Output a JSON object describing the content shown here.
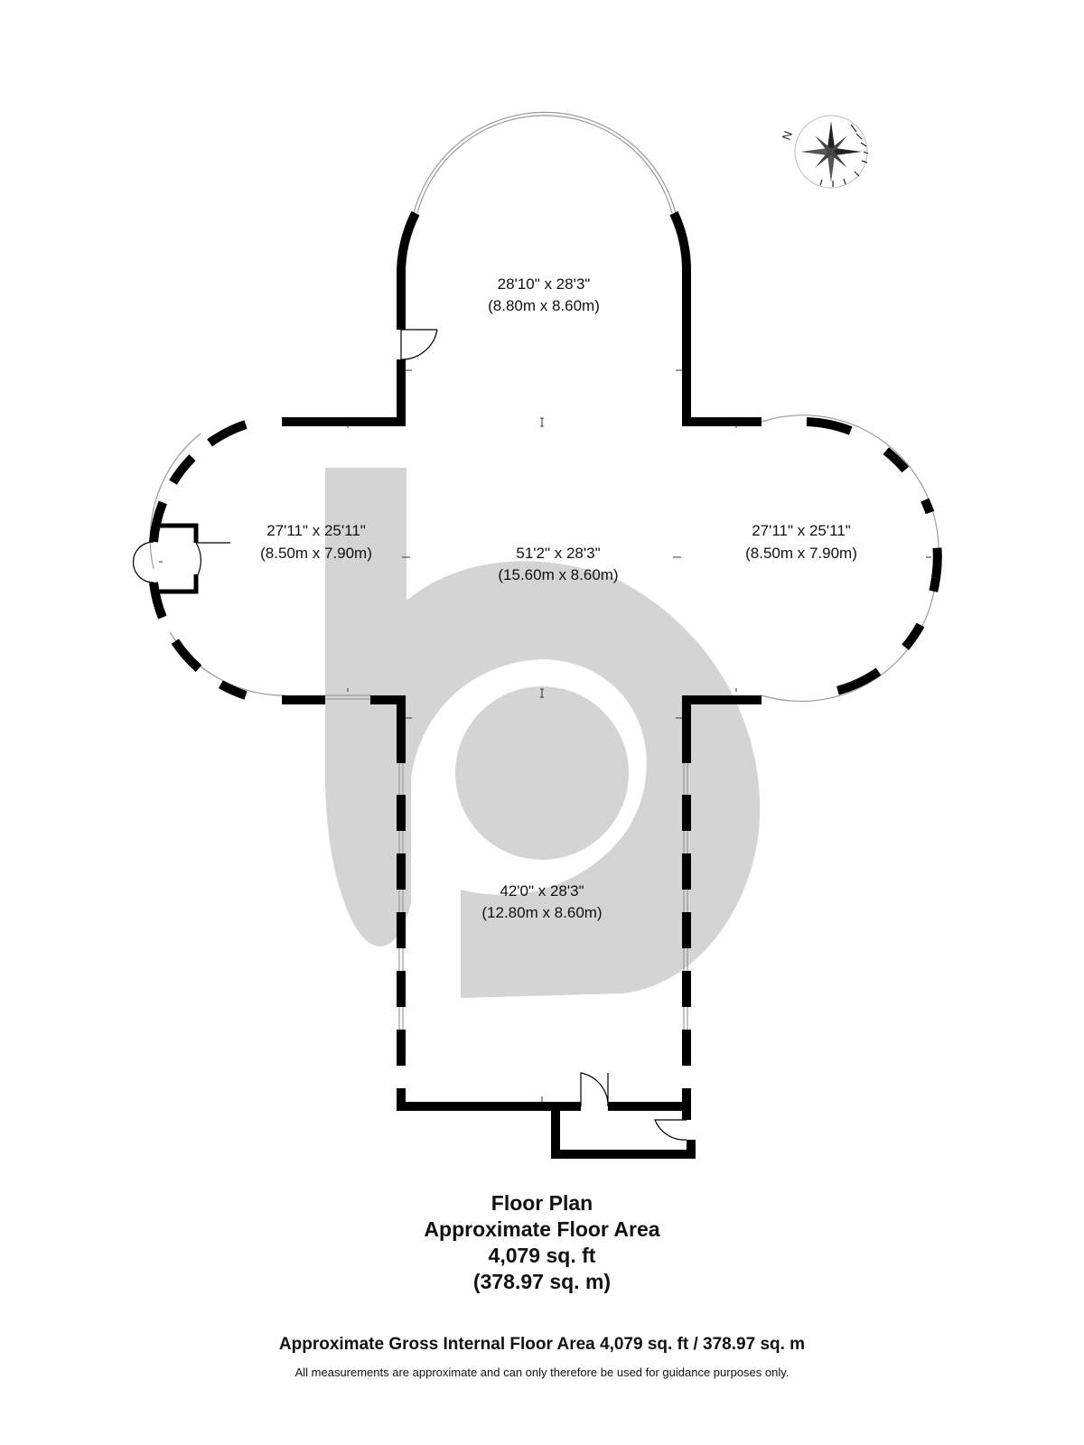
{
  "rooms": [
    {
      "size_imperial": "28'10\" x 28'3\"",
      "size_metric": "(8.80m x 8.60m)"
    },
    {
      "size_imperial": "27'11\" x 25'11\"",
      "size_metric": "(8.50m x 7.90m)"
    },
    {
      "size_imperial": "51'2\" x 28'3\"",
      "size_metric": "(15.60m x 8.60m)"
    },
    {
      "size_imperial": "27'11\" x 25'11\"",
      "size_metric": "(8.50m x 7.90m)"
    },
    {
      "size_imperial": "42'0\" x 28'3\"",
      "size_metric": "(12.80m x 8.60m)"
    }
  ],
  "compass": {
    "north_label": "N"
  },
  "title_block": {
    "line1": "Floor Plan",
    "line2": "Approximate Floor Area",
    "line3": "4,079 sq. ft",
    "line4": "(378.97 sq. m)"
  },
  "footer": {
    "gross_area": "Approximate Gross Internal Floor Area 4,079 sq. ft / 378.97 sq. m",
    "disclaimer": "All measurements are approximate and can only therefore be used for guidance purposes only."
  },
  "colors": {
    "wall": "#000000",
    "watermark": "#d4d4d4",
    "window": "#9a9a9a"
  }
}
